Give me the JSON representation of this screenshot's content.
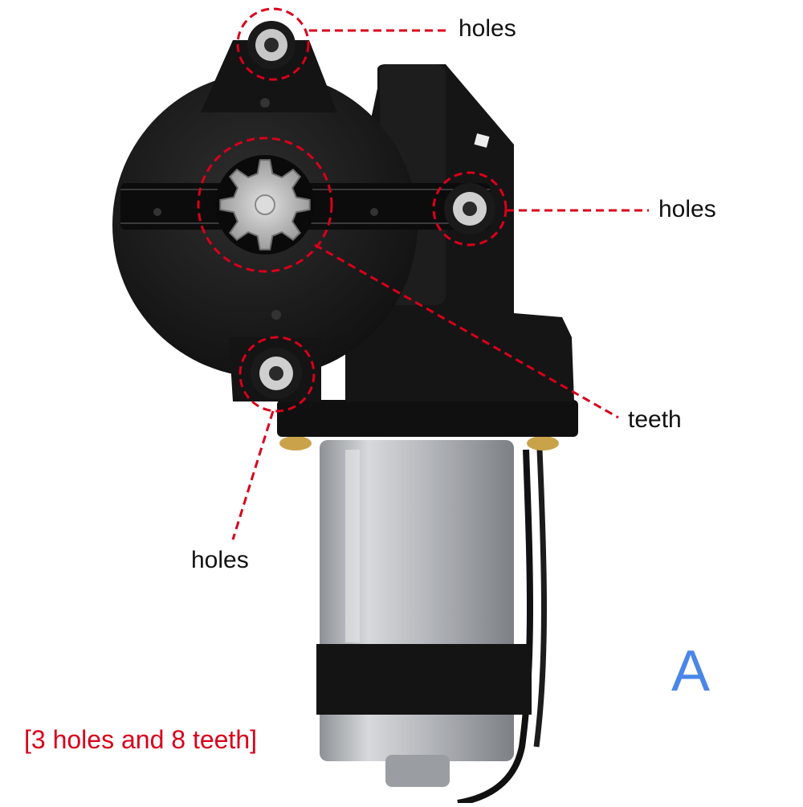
{
  "labels": {
    "top_holes": "holes",
    "right_holes": "holes",
    "teeth": "teeth",
    "bottom_holes": "holes"
  },
  "variant_letter": "A",
  "caption": "[3 holes and 8 teeth]",
  "colors": {
    "callout": "#d9001b",
    "variant": "#4a86e8",
    "housing": "#1a1a1a",
    "metal": "#b9bcc0"
  }
}
